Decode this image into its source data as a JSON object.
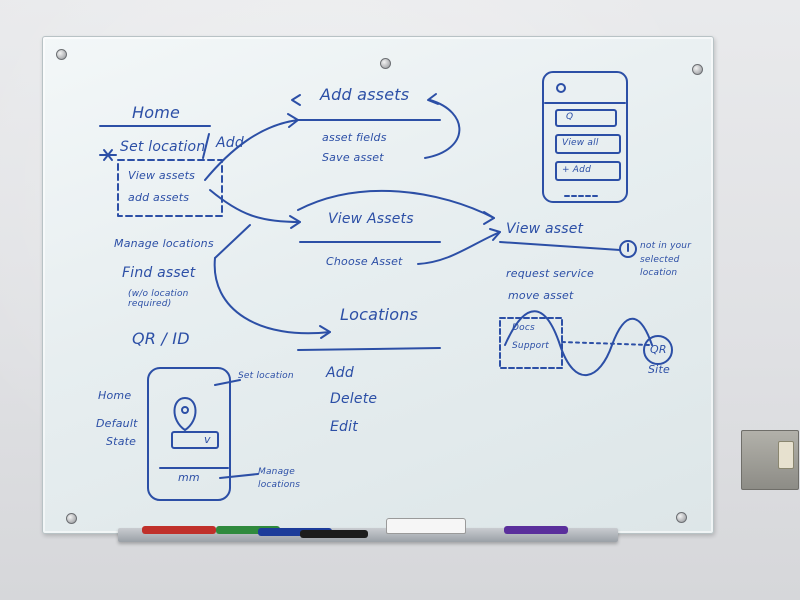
{
  "board": {
    "home_title": "Home",
    "home_items": [
      "Set location",
      "View assets",
      "add assets",
      "Manage locations",
      "Find asset",
      "(w/o location required)",
      "QR / ID"
    ],
    "add_label": "Add",
    "add_assets": {
      "title": "Add assets",
      "items": [
        "asset fields",
        "Save asset"
      ]
    },
    "view_assets": {
      "title": "View Assets",
      "items": [
        "Choose Asset"
      ]
    },
    "view_asset": {
      "title": "View asset",
      "items": [
        "request service",
        "move asset"
      ],
      "note": "not in your selected location"
    },
    "locations": {
      "title": "Locations",
      "items": [
        "Add",
        "Delete",
        "Edit"
      ]
    },
    "phone_top": {
      "rows": [
        "Q",
        "View all",
        "+ Add"
      ]
    },
    "phone_bottom": {
      "left_labels": [
        "Home",
        "Default",
        "State"
      ],
      "right_labels": [
        "Set location",
        "Manage locations"
      ],
      "row_mark": "mm"
    },
    "flow": {
      "labels": [
        "Docs",
        "Support",
        "QR",
        "Site"
      ]
    }
  },
  "colors": {
    "ink": "#2c4fa6",
    "board": "#eef3f4"
  }
}
